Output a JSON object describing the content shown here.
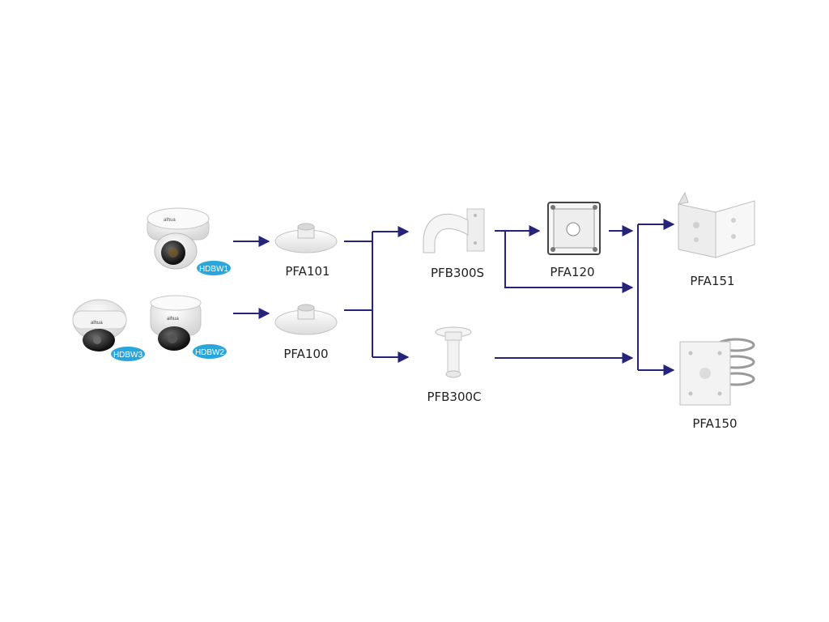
{
  "colors": {
    "arrow": "#25237a",
    "badge": "#2aa6dc",
    "device_body": "#f2f2f2",
    "device_edge": "#b9b9b9",
    "lens": "#2b2b2b"
  },
  "cameras": [
    {
      "badge": "HDBW1",
      "icon": "dome-camera-icon"
    },
    {
      "badge": "HDBW3",
      "icon": "dome-camera-icon"
    },
    {
      "badge": "HDBW2",
      "icon": "dome-camera-icon"
    }
  ],
  "mounts": {
    "pfa101": {
      "label": "PFA101",
      "icon": "round-adapter-plate-icon"
    },
    "pfa100": {
      "label": "PFA100",
      "icon": "round-adapter-plate-icon"
    },
    "pfb300s": {
      "label": "PFB300S",
      "icon": "wall-mount-arm-icon"
    },
    "pfb300c": {
      "label": "PFB300C",
      "icon": "pendant-pole-icon"
    },
    "pfa120": {
      "label": "PFA120",
      "icon": "junction-box-icon"
    },
    "pfa151": {
      "label": "PFA151",
      "icon": "corner-mount-icon"
    },
    "pfa150": {
      "label": "PFA150",
      "icon": "pole-mount-icon"
    }
  }
}
